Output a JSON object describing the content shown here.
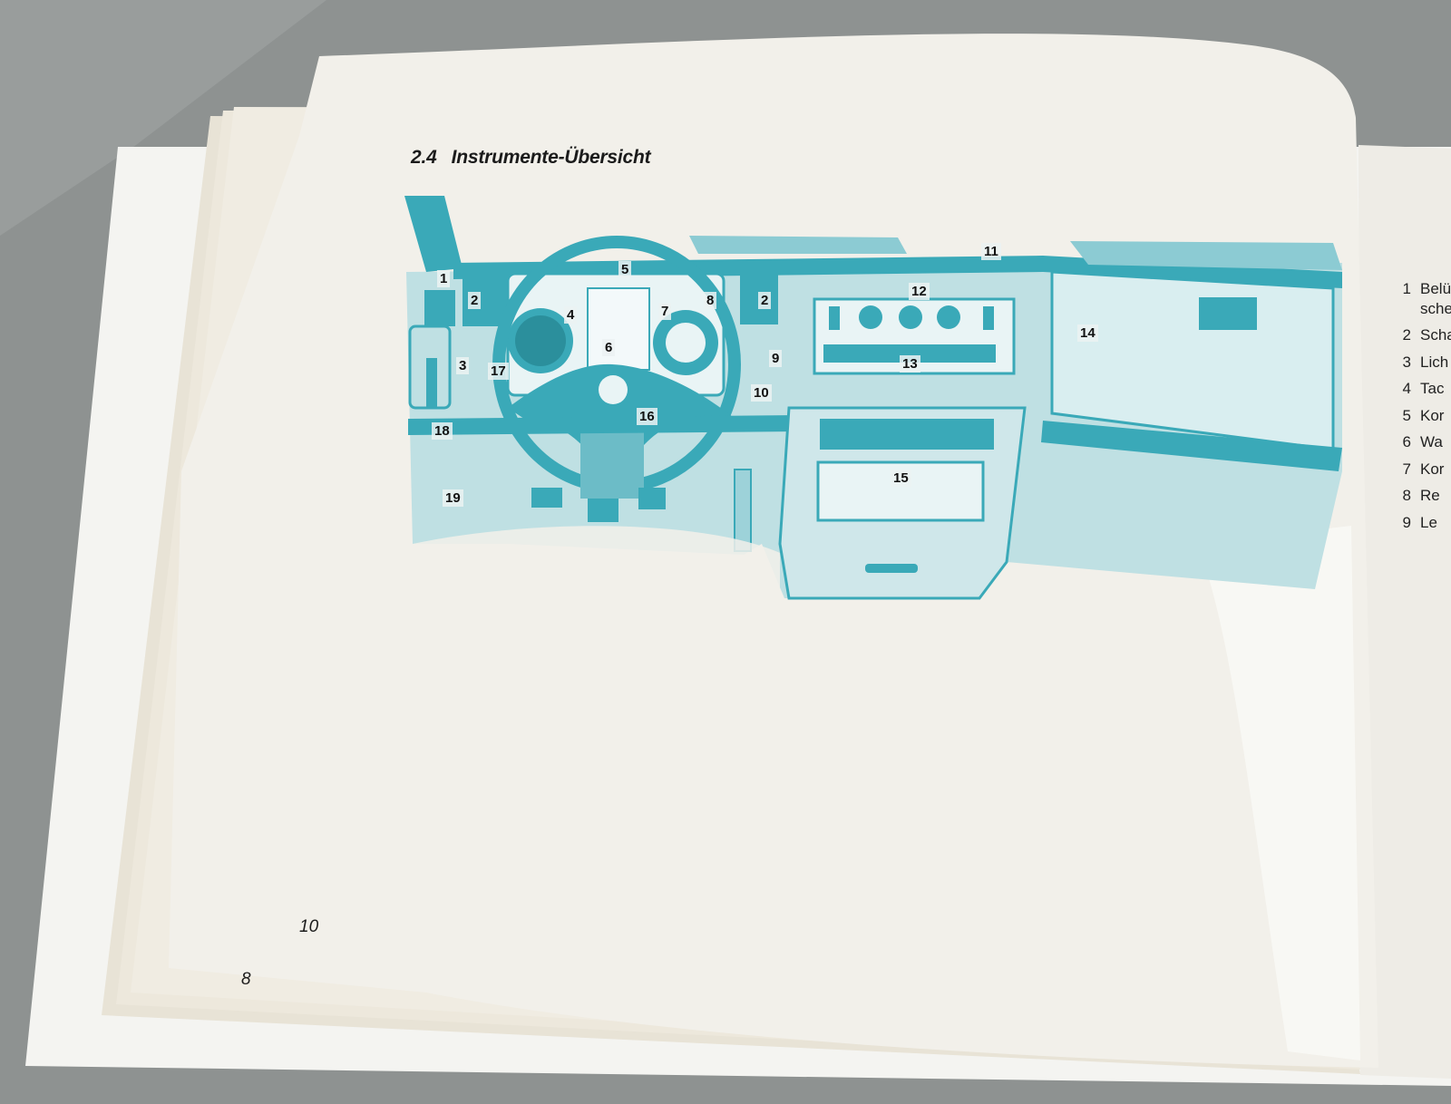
{
  "page": {
    "section_number": "2.4",
    "section_title": "Instrumente-Übersicht",
    "page_number_front": "10",
    "page_number_back": "8"
  },
  "callouts": [
    "1",
    "2",
    "2",
    "3",
    "4",
    "5",
    "6",
    "7",
    "8",
    "9",
    "10",
    "11",
    "12",
    "13",
    "14",
    "15",
    "16",
    "17",
    "18",
    "19"
  ],
  "legend": [
    {
      "n": "1",
      "text": "Belü"
    },
    {
      "n": "",
      "text": "sche"
    },
    {
      "n": "2",
      "text": "Scha"
    },
    {
      "n": "3",
      "text": "Lich"
    },
    {
      "n": "4",
      "text": "Tac"
    },
    {
      "n": "5",
      "text": "Kor"
    },
    {
      "n": "6",
      "text": "Wa"
    },
    {
      "n": "7",
      "text": "Kor"
    },
    {
      "n": "8",
      "text": "Re"
    },
    {
      "n": "9",
      "text": "Le"
    }
  ],
  "colors": {
    "background": "#8d9190",
    "paper": "#f1efea",
    "illustration": "#3aa9b8",
    "illustration_light": "#bfe0e3"
  }
}
